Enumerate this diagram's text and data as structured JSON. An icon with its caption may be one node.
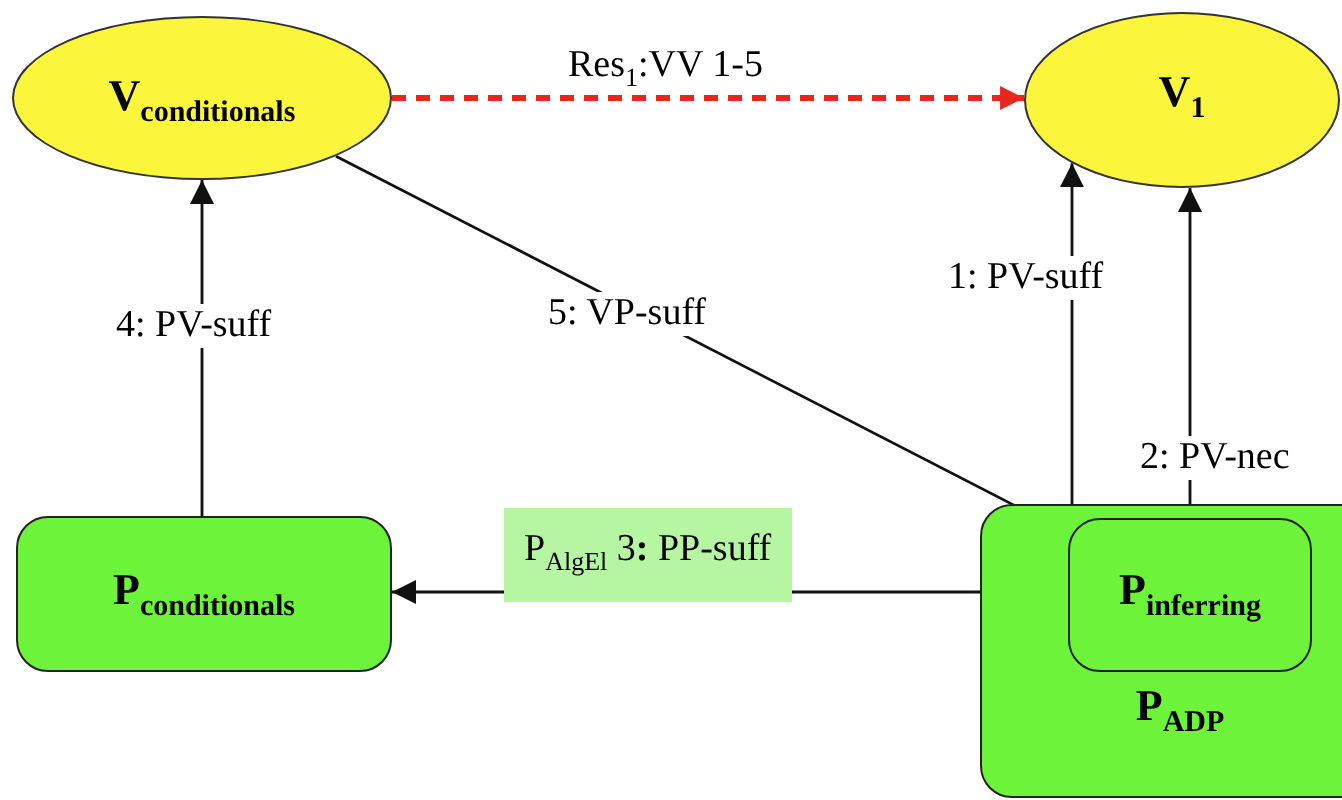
{
  "diagram": {
    "nodes": [
      {
        "text": [
          "V$_{conditionals}$"
        ]
      },
      {
        "text": [
          "V$_{1}$"
        ]
      },
      {
        "text": [
          "P$_{conditionals}$"
        ]
      },
      {
        "text": [
          "P$_{ADP}$"
        ]
      },
      {
        "text": [
          "P$_{inferring}$"
        ],
        "in": 3
      }
    ],
    "edges": [
      {
        "from": 0,
        "to": 1,
        "arrow": "to",
        "label": "Res$_{1}$:VV 1-5",
        "style": "dashed",
        "color": "#e8261c"
      },
      {
        "from": 2,
        "to": 0,
        "arrow": "to",
        "label": "4: PV-suff"
      },
      {
        "from": 0,
        "to": 4,
        "arrow": "to",
        "label": "5: VP-suff"
      },
      {
        "from": 4,
        "to": 1,
        "arrow": "to",
        "label": "1: PV-suff"
      },
      {
        "from": 4,
        "to": 1,
        "arrow": "to",
        "label": "2: PV-nec"
      },
      {
        "from": 4,
        "to": 2,
        "arrow": "to",
        "label": "P$_{AlgEl}$ 3**:** PP-suff"
      }
    ]
  }
}
